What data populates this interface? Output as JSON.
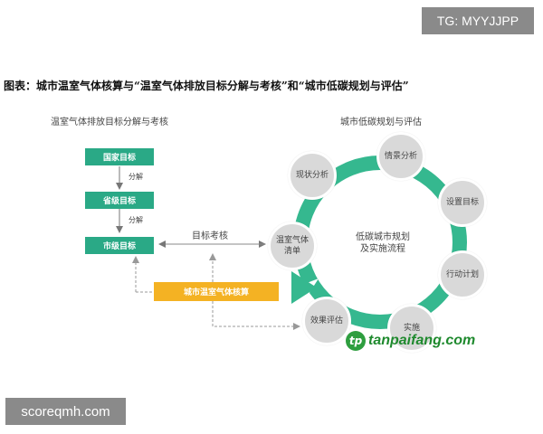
{
  "watermark_top": "TG: MYYJJPP",
  "title": "图表：城市温室气体核算与“温室气体排放目标分解与考核”和“城市低碳规划与评估”",
  "left_section": {
    "heading": "温室气体排放目标分解与考核",
    "boxes": [
      "国家目标",
      "省级目标",
      "市级目标"
    ],
    "decompose_labels": [
      "分解",
      "分解"
    ],
    "accounting_box": "城市温室气体核算"
  },
  "assessment_label": "目标考核",
  "right_section": {
    "heading": "城市低碳规划与评估",
    "center_text": [
      "低碳城市规划",
      "及实施流程"
    ],
    "nodes": {
      "current_analysis": "现状分析",
      "scenario_analysis": "情景分析",
      "set_target": "设置目标",
      "action_plan": "行动计划",
      "implementation": "实施",
      "effect_evaluation": "效果评估",
      "ghg_inventory": [
        "温室气体",
        "清单"
      ]
    }
  },
  "colors": {
    "green": "#2aa986",
    "orange": "#f4b223",
    "node_gray": "#d9d9d9",
    "ring_green": "#35b88f"
  },
  "logo_text": "tanpaifang.com",
  "watermark_bottom": "scoreqmh.com"
}
